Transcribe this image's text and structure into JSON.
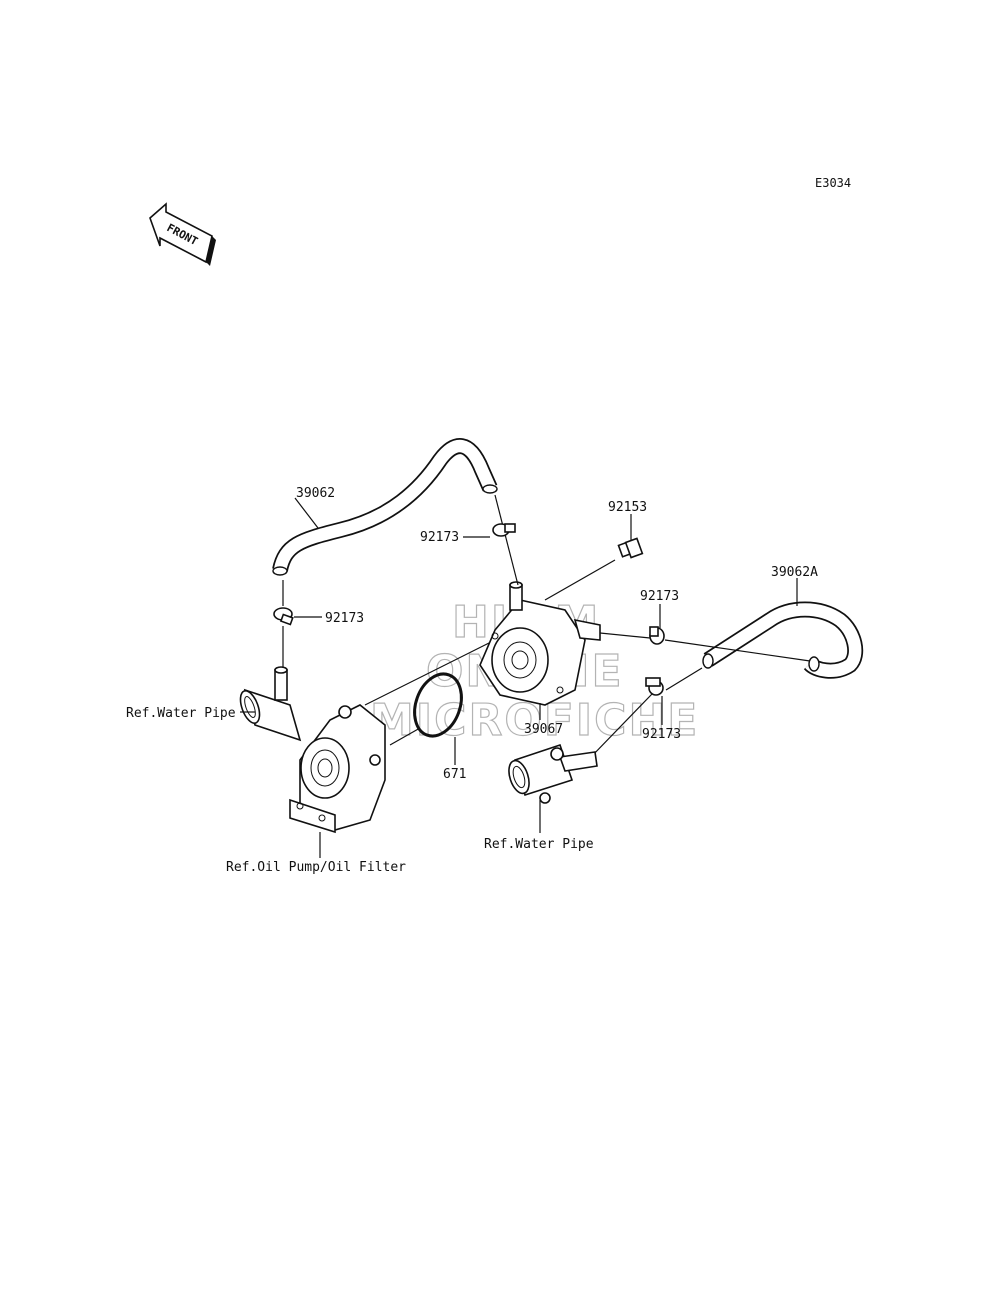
{
  "diagram_code": "E3034",
  "front_arrow_text": "FRONT",
  "watermark": [
    "HLSM",
    "ONLINE",
    "MICROFICHE"
  ],
  "labels": {
    "hose_upper": "39062",
    "clamp_upper_left": "92173",
    "clamp_upper_mid": "92173",
    "bolt": "92153",
    "hose_right": "39062A",
    "clamp_right_upper": "92173",
    "clamp_right_lower": "92173",
    "oil_cooler": "39067",
    "o_ring": "671",
    "ref_water_pipe_left": "Ref.Water Pipe",
    "ref_water_pipe_right": "Ref.Water Pipe",
    "ref_oil_pump": "Ref.Oil Pump/Oil Filter"
  }
}
